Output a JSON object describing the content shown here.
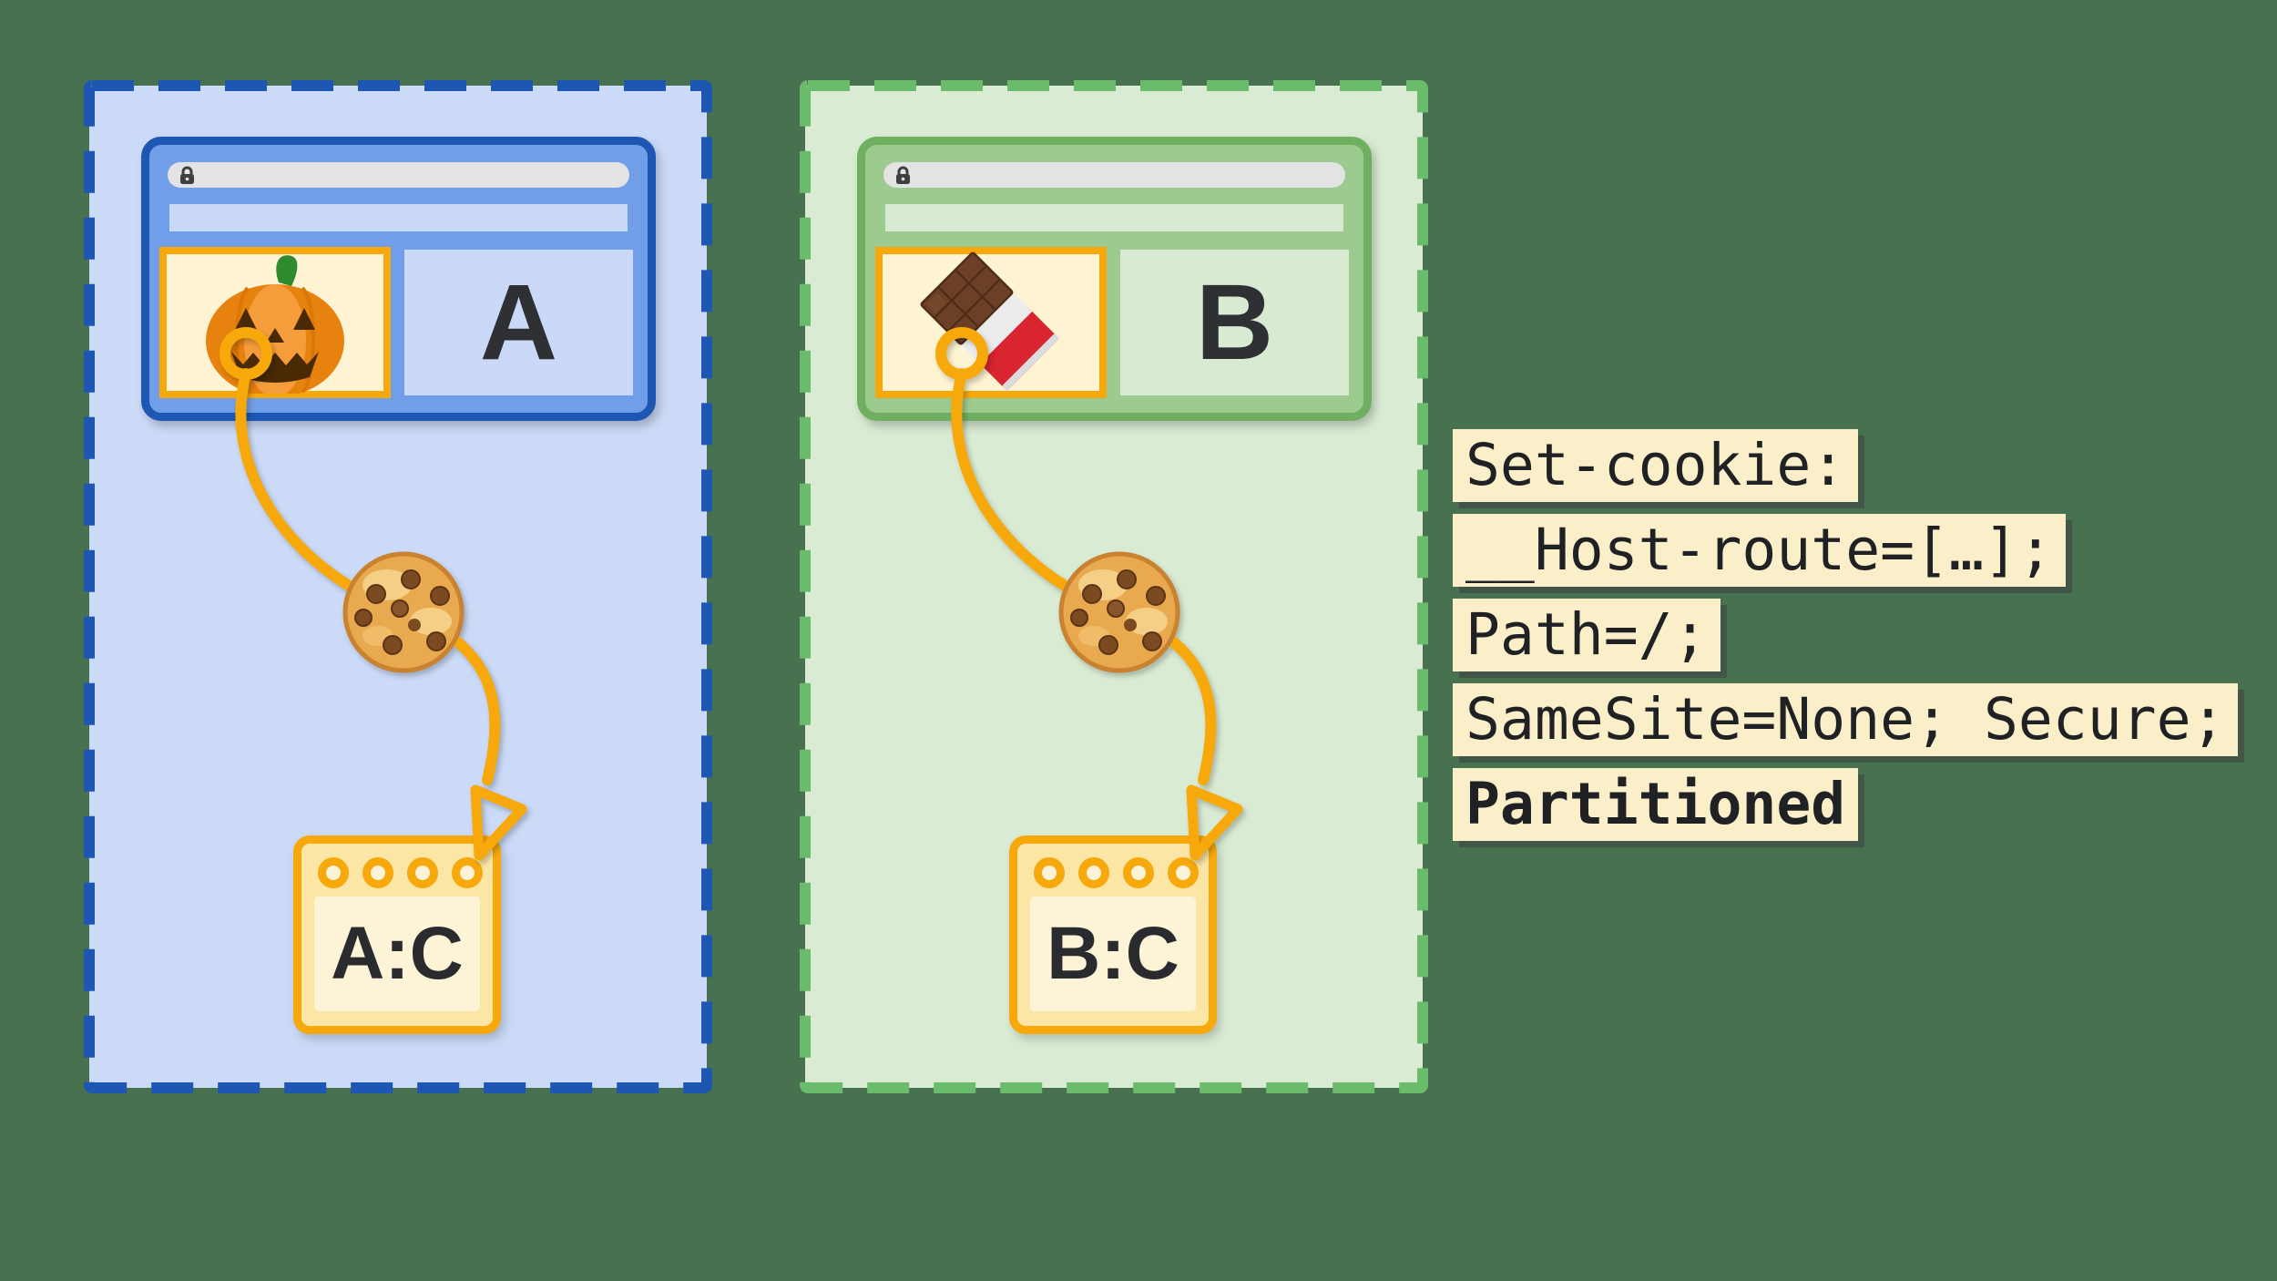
{
  "canvas": {
    "background_color": "#47714F"
  },
  "partitions": [
    {
      "name": "site-a-partition",
      "site_label": "A",
      "storage_label": "A:C",
      "embed_icon": "pumpkin-emoji",
      "colors": {
        "dash_border": "#1E56B4",
        "container_fill": "#CBDAF7",
        "window_border": "#1E56B4",
        "window_fill": "#719EE9",
        "panel_fill": "#C9D9F7"
      }
    },
    {
      "name": "site-b-partition",
      "site_label": "B",
      "storage_label": "B:C",
      "embed_icon": "chocolate-bar-emoji",
      "colors": {
        "dash_border": "#6ABB6C",
        "container_fill": "#DAEBD4",
        "window_border": "#6EAF60",
        "window_fill": "#9DCA8E",
        "panel_fill": "#D9EAD3"
      }
    }
  ],
  "browser": {
    "urlbar_fill": "#E3E3E3",
    "lock_icon": "lock-icon"
  },
  "iframe": {
    "border_color": "#F7A80B",
    "fill": "#FEF3D2"
  },
  "cookie_flow": {
    "stroke_color": "#F7A80B",
    "cookie_icon": "cookie-emoji",
    "start_marker": "ring",
    "end_marker": "arrowhead"
  },
  "storage": {
    "border_color": "#F7A80B",
    "fill": "#FBE6A6",
    "inner_fill": "#FDF3D6",
    "dot_count": 4
  },
  "code_block": {
    "background": "#FAEFC9",
    "text_color": "#202124",
    "lines": [
      {
        "text": "Set-cookie:",
        "bold": false
      },
      {
        "text": "__Host-route=[…];",
        "bold": false
      },
      {
        "text": "Path=/;",
        "bold": false
      },
      {
        "text": "SameSite=None; Secure;",
        "bold": false
      },
      {
        "text": "Partitioned",
        "bold": true
      }
    ]
  }
}
